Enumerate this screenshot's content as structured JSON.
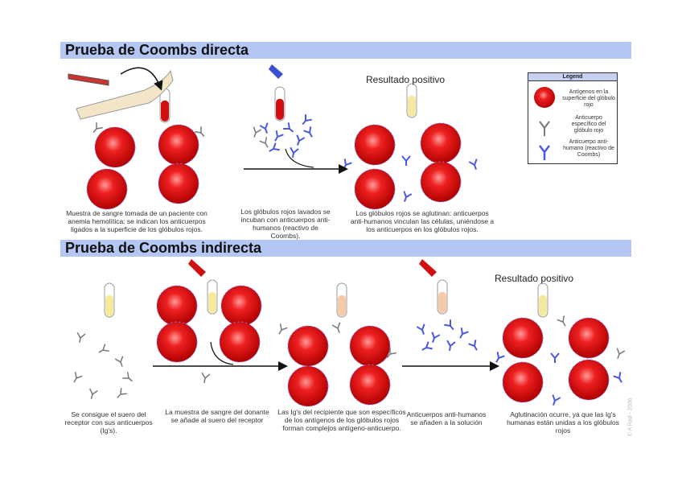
{
  "direct": {
    "title": "Prueba de Coombs directa",
    "result_label": "Resultado positivo",
    "captions": [
      "Muestra de sangre tomada de un paciente con anemia hemolítica: se indican los anticuerpos ligados a la superficie de los glóbulos rojos.",
      "Los glóbulos rojos lavados se incuban con anticuerpos anti-humanos (reactivo de Coombs).",
      "Los glóbulos rojos se aglutinan: anticuerpos anti-humanos vinculan las células, uniéndose a los anticuerpos en los glóbulos rojos."
    ]
  },
  "indirect": {
    "title": "Prueba de Coombs indirecta",
    "result_label": "Resultado positivo",
    "captions": [
      "Se consigue el suero del receptor con sus anticuerpos (Ig's).",
      "La muestra de sangre del donante se añade al suero del receptor",
      "Las Ig's del recipiente que son específicos de los antígenos de los glóbulos rojos forman complejos antígeno-anticuerpo.",
      "Anticuerpos anti-humanos se añaden a la solución",
      "Aglutinación ocurre, ya que las Ig's humanas están unidas a los glóbulos rojos"
    ]
  },
  "legend": {
    "title": "Legend",
    "items": [
      {
        "icon": "red-blood-cell-antigen-icon",
        "label": "Antígenos en la superficie del glóbulo rojo"
      },
      {
        "icon": "antibody-gray-icon",
        "label": "Anticuerpo específico del glóbulo rojo"
      },
      {
        "icon": "antibody-blue-icon",
        "label": "Anticuerpo anti-humano (reactivo de Coombs)"
      }
    ]
  },
  "copyright": "© A Rad - 2006",
  "colors": {
    "header": "#b4c6f2",
    "cell": "#e01818",
    "antibody_gray": "#777777",
    "antibody_blue": "#4a5ae0"
  }
}
